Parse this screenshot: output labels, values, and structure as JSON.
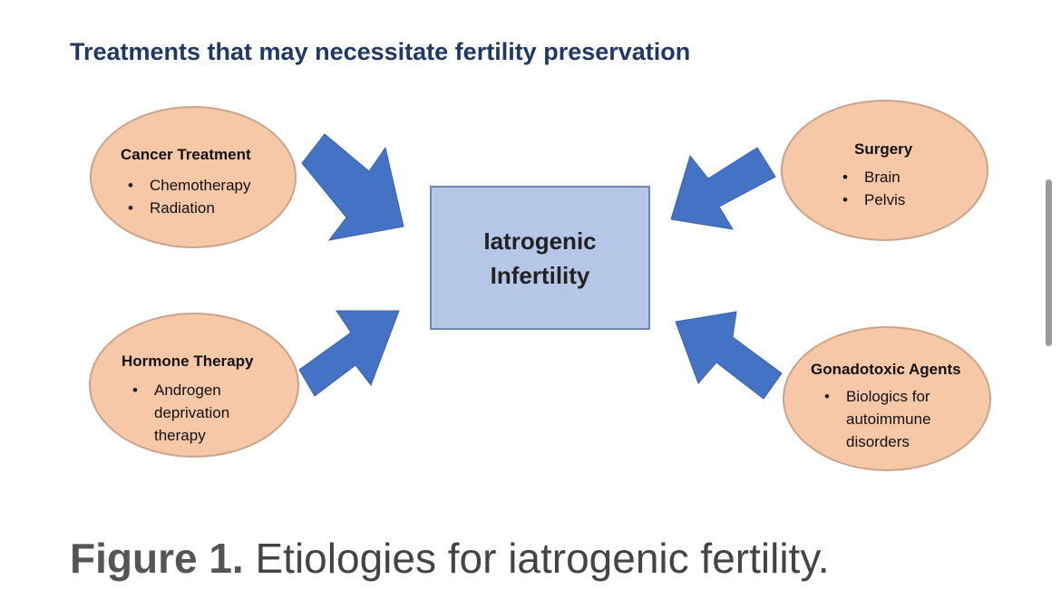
{
  "diagram": {
    "title": "Treatments that may necessitate fertility preservation",
    "center": "Iatrogenic Infertility",
    "nodes": [
      {
        "id": "cancer",
        "title": "Cancer Treatment",
        "items": [
          "Chemotherapy",
          "Radiation"
        ]
      },
      {
        "id": "surgery",
        "title": "Surgery",
        "items": [
          "Brain",
          "Pelvis"
        ]
      },
      {
        "id": "hormone",
        "title": "Hormone Therapy",
        "items": [
          "Androgen deprivation therapy"
        ]
      },
      {
        "id": "gonadotoxic",
        "title": "Gonadotoxic Agents",
        "items": [
          "Biologics for autoimmune disorders"
        ]
      }
    ],
    "colors": {
      "ellipse_fill": "#f7c8a8",
      "ellipse_border": "#caa48a",
      "center_fill": "#b4c7e7",
      "arrow_fill": "#4472c4",
      "title_color": "#1f3864"
    }
  },
  "caption": {
    "label": "Figure 1.",
    "text": "Etiologies for iatrogenic fertility."
  }
}
